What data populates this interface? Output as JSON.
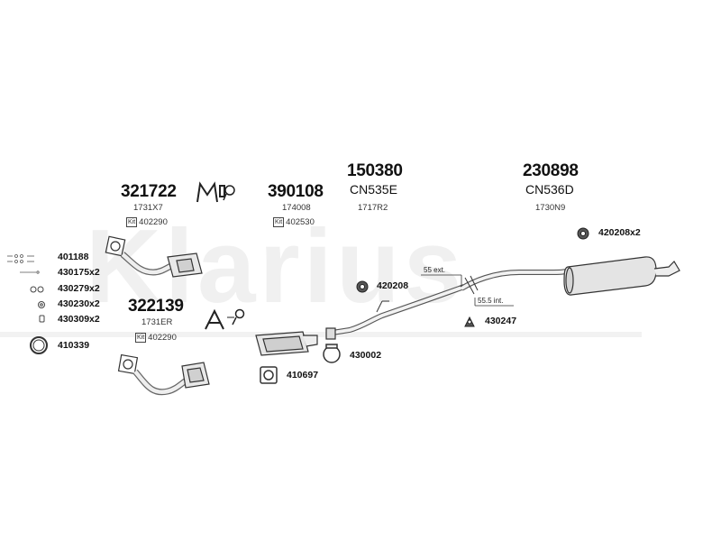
{
  "watermark": "Klarius",
  "groups": {
    "g321722": {
      "part": "321722",
      "ref": "1731X7",
      "kit_label": "Kit",
      "kit_no": "402290"
    },
    "g390108": {
      "part": "390108",
      "ref": "174008",
      "kit_label": "Kit",
      "kit_no": "402530"
    },
    "g150380": {
      "part": "150380",
      "code": "CN535E",
      "ref": "1717R2"
    },
    "g230898": {
      "part": "230898",
      "code": "CN536D",
      "ref": "1730N9"
    },
    "g322139": {
      "part": "322139",
      "ref": "1731ER",
      "kit_label": "Kit",
      "kit_no": "402290"
    }
  },
  "parts_list": [
    "401188",
    "430175x2",
    "430279x2",
    "430230x2",
    "430309x2",
    "410339"
  ],
  "callouts": {
    "c420208x2": "420208x2",
    "c420208": "420208",
    "c430247": "430247",
    "c430002": "430002",
    "c410697": "410697"
  },
  "dims": {
    "ext55": "55 ext.",
    "int55": "55.5 int."
  },
  "icons": [
    "mounting-kit-icon",
    "assembly-kit-icon"
  ]
}
